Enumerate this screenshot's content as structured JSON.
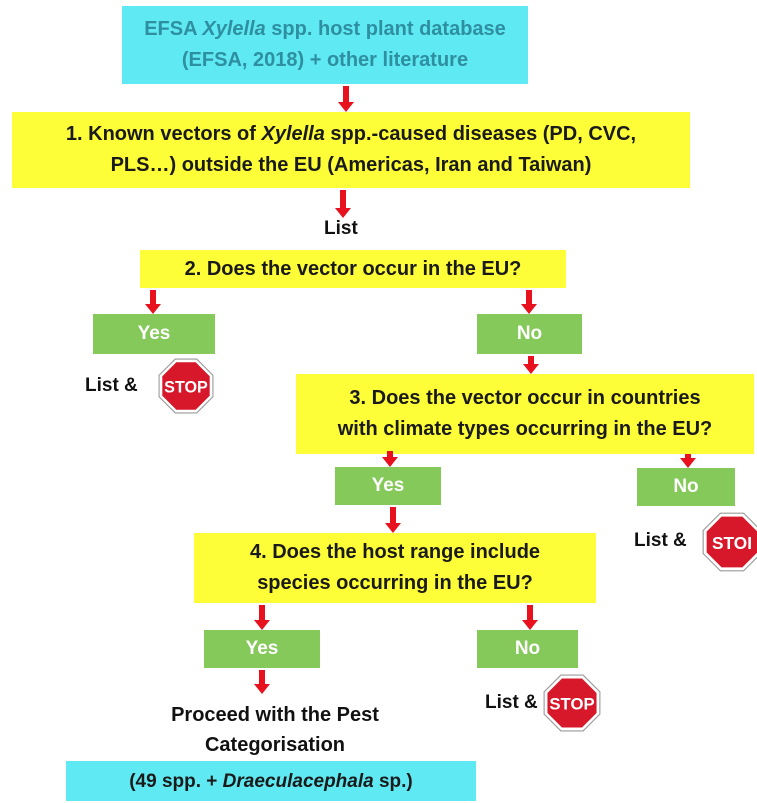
{
  "top_box": {
    "line1_pre": "EFSA ",
    "line1_italic": "Xylella",
    "line1_post": " spp. host plant database",
    "line2": "(EFSA, 2018) + other literature"
  },
  "step1": {
    "line1_pre": "1. Known vectors of ",
    "line1_italic": "Xylella",
    "line1_post": " spp.-caused diseases (PD, CVC,",
    "line2": "PLS…) outside the EU (Americas, Iran and Taiwan)"
  },
  "list_label": "List",
  "step2": {
    "text": "2. Does the vector occur in the EU?"
  },
  "step2_yes": "Yes",
  "step2_no": "No",
  "list_stop_label": "List &",
  "stop_text": "STOP",
  "stop_text_clipped": "STOI",
  "step3": {
    "line1": "3. Does the vector occur in countries",
    "line2": "with climate types occurring in the EU?"
  },
  "step3_yes": "Yes",
  "step3_no": "No",
  "step4": {
    "line1": "4. Does the host range include",
    "line2": "species occurring in the EU?"
  },
  "step4_yes": "Yes",
  "step4_no": "No",
  "proceed": {
    "line1": "Proceed with the Pest",
    "line2": "Categorisation"
  },
  "result": {
    "pre": "(49 spp. + ",
    "italic": "Draeculacephala",
    "post": " sp.)"
  },
  "colors": {
    "cyan": "#5fe9f2",
    "yellow": "#fdfd38",
    "green": "#85c95a",
    "arrow_red": "#e8121f",
    "stop_red": "#d7182a"
  }
}
